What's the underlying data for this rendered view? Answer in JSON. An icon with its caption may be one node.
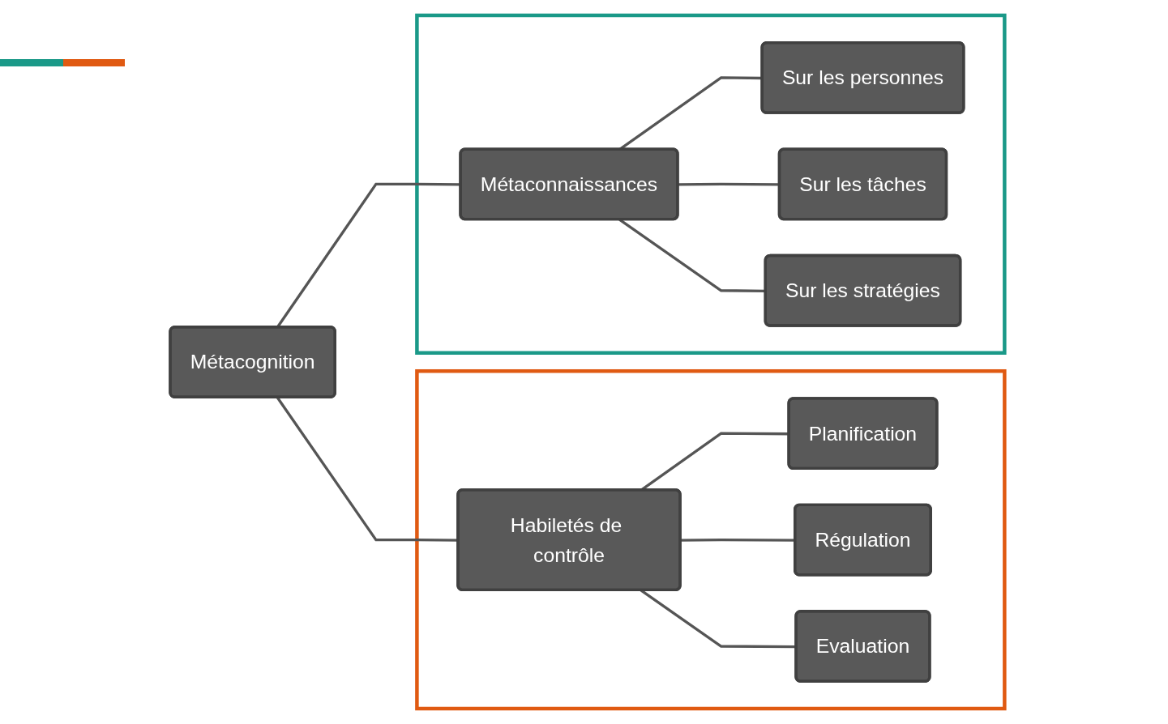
{
  "diagram": {
    "nodes": [
      {
        "text": [
          "Métacognition"
        ]
      },
      {
        "text": [],
        "shape": "box"
      },
      {
        "text": [
          "Métaconnaissances"
        ],
        "in": 1
      },
      {
        "text": [
          "Sur les personnes"
        ],
        "in": 1
      },
      {
        "text": [
          "Sur les tâches"
        ],
        "in": 1
      },
      {
        "text": [
          "Sur les stratégies"
        ],
        "in": 1
      },
      {
        "text": [],
        "shape": "box"
      },
      {
        "text": [
          "Habiletés de contrôle"
        ],
        "in": 6
      },
      {
        "text": [
          "Planification"
        ],
        "in": 6
      },
      {
        "text": [
          "Régulation"
        ],
        "in": 6
      },
      {
        "text": [
          "Evaluation"
        ],
        "in": 6
      }
    ],
    "edges": [
      {
        "from": 0,
        "to": 2,
        "arrow": "none"
      },
      {
        "from": 0,
        "to": 7,
        "arrow": "none"
      },
      {
        "from": 2,
        "to": 3,
        "arrow": "none"
      },
      {
        "from": 2,
        "to": 4,
        "arrow": "none"
      },
      {
        "from": 2,
        "to": 5,
        "arrow": "none"
      },
      {
        "from": 7,
        "to": 8,
        "arrow": "none"
      },
      {
        "from": 7,
        "to": 9,
        "arrow": "none"
      },
      {
        "from": 7,
        "to": 10,
        "arrow": "none"
      }
    ]
  }
}
